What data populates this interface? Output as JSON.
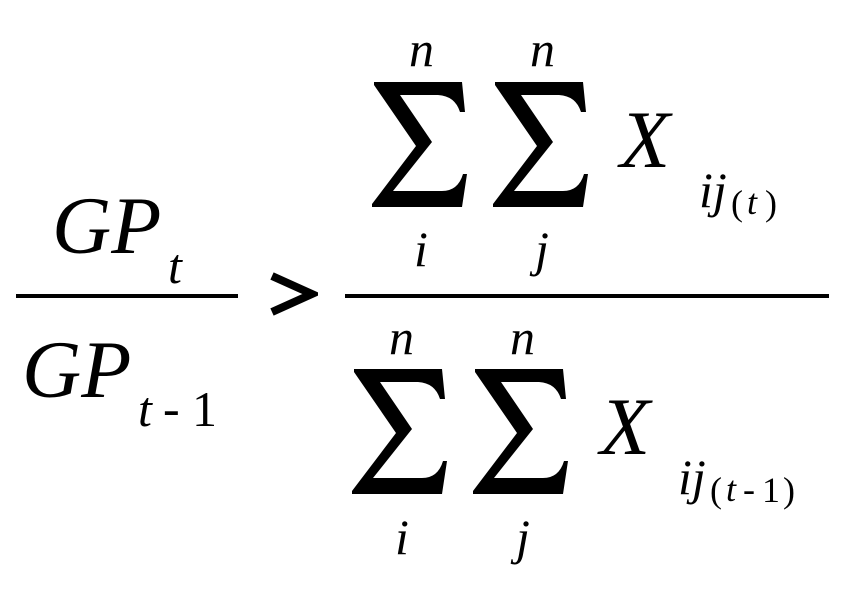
{
  "lhs": {
    "numerator": {
      "base": "GP",
      "subscript": "t"
    },
    "denominator": {
      "base": "GP",
      "subscript_var": "t",
      "subscript_op": "-",
      "subscript_num": "1"
    }
  },
  "relation": {
    "symbol": ">",
    "icon": "greater-than-icon"
  },
  "rhs": {
    "numerator": {
      "sum_outer": {
        "upper": "n",
        "lower": "i",
        "icon": "summation-icon"
      },
      "sum_inner": {
        "upper": "n",
        "lower": "j",
        "icon": "summation-icon"
      },
      "term": {
        "base": "X",
        "sub_index": "ij",
        "paren_open": "(",
        "paren_var": "t",
        "paren_close": ")"
      }
    },
    "denominator": {
      "sum_outer": {
        "upper": "n",
        "lower": "i",
        "icon": "summation-icon"
      },
      "sum_inner": {
        "upper": "n",
        "lower": "j",
        "icon": "summation-icon"
      },
      "term": {
        "base": "X",
        "sub_index": "ij",
        "paren_open": "(",
        "paren_var": "t",
        "paren_op": "-",
        "paren_num": "1",
        "paren_close": ")"
      }
    }
  },
  "colors": {
    "ink": "#000000",
    "background": "#ffffff"
  }
}
